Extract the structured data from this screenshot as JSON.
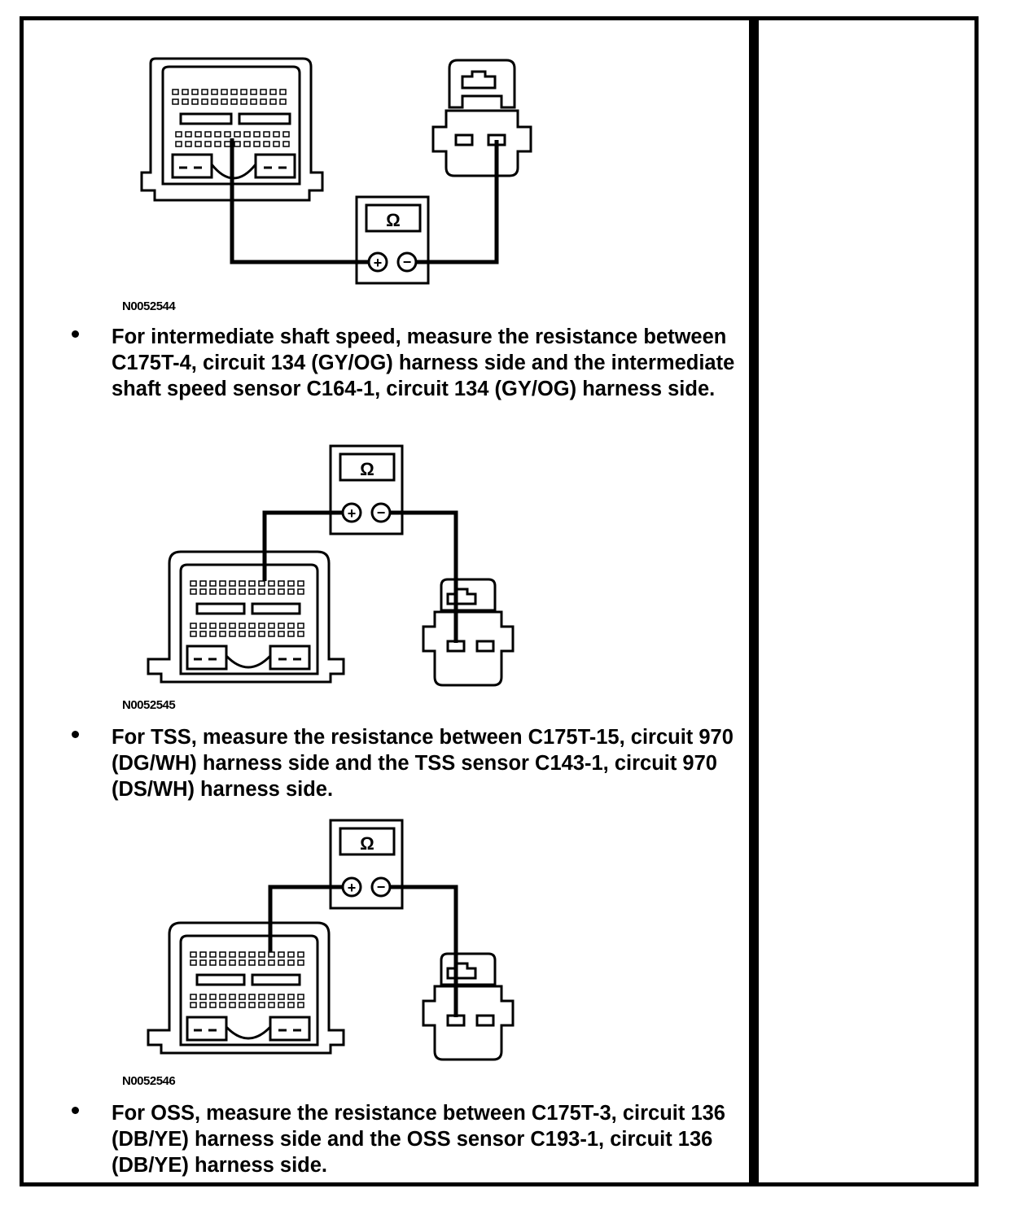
{
  "figures": [
    {
      "id": "N0052544",
      "meter_symbol": "Ω",
      "plus": "+",
      "minus": "−"
    },
    {
      "id": "N0052545",
      "meter_symbol": "Ω",
      "plus": "+",
      "minus": "−"
    },
    {
      "id": "N0052546",
      "meter_symbol": "Ω",
      "plus": "+",
      "minus": "−"
    }
  ],
  "bullets": [
    {
      "text": "For intermediate shaft speed, measure the resistance between C175T-4, circuit 134 (GY/OG) harness side and the intermediate shaft speed sensor C164-1, circuit 134 (GY/OG) harness side."
    },
    {
      "text": "For TSS, measure the resistance between C175T-15, circuit 970 (DG/WH) harness side and the TSS sensor C143-1, circuit 970 (DS/WH) harness side."
    },
    {
      "text": "For OSS, measure the resistance between C175T-3, circuit 136 (DB/YE) harness side and the OSS sensor C193-1, circuit 136 (DB/YE) harness side."
    }
  ]
}
